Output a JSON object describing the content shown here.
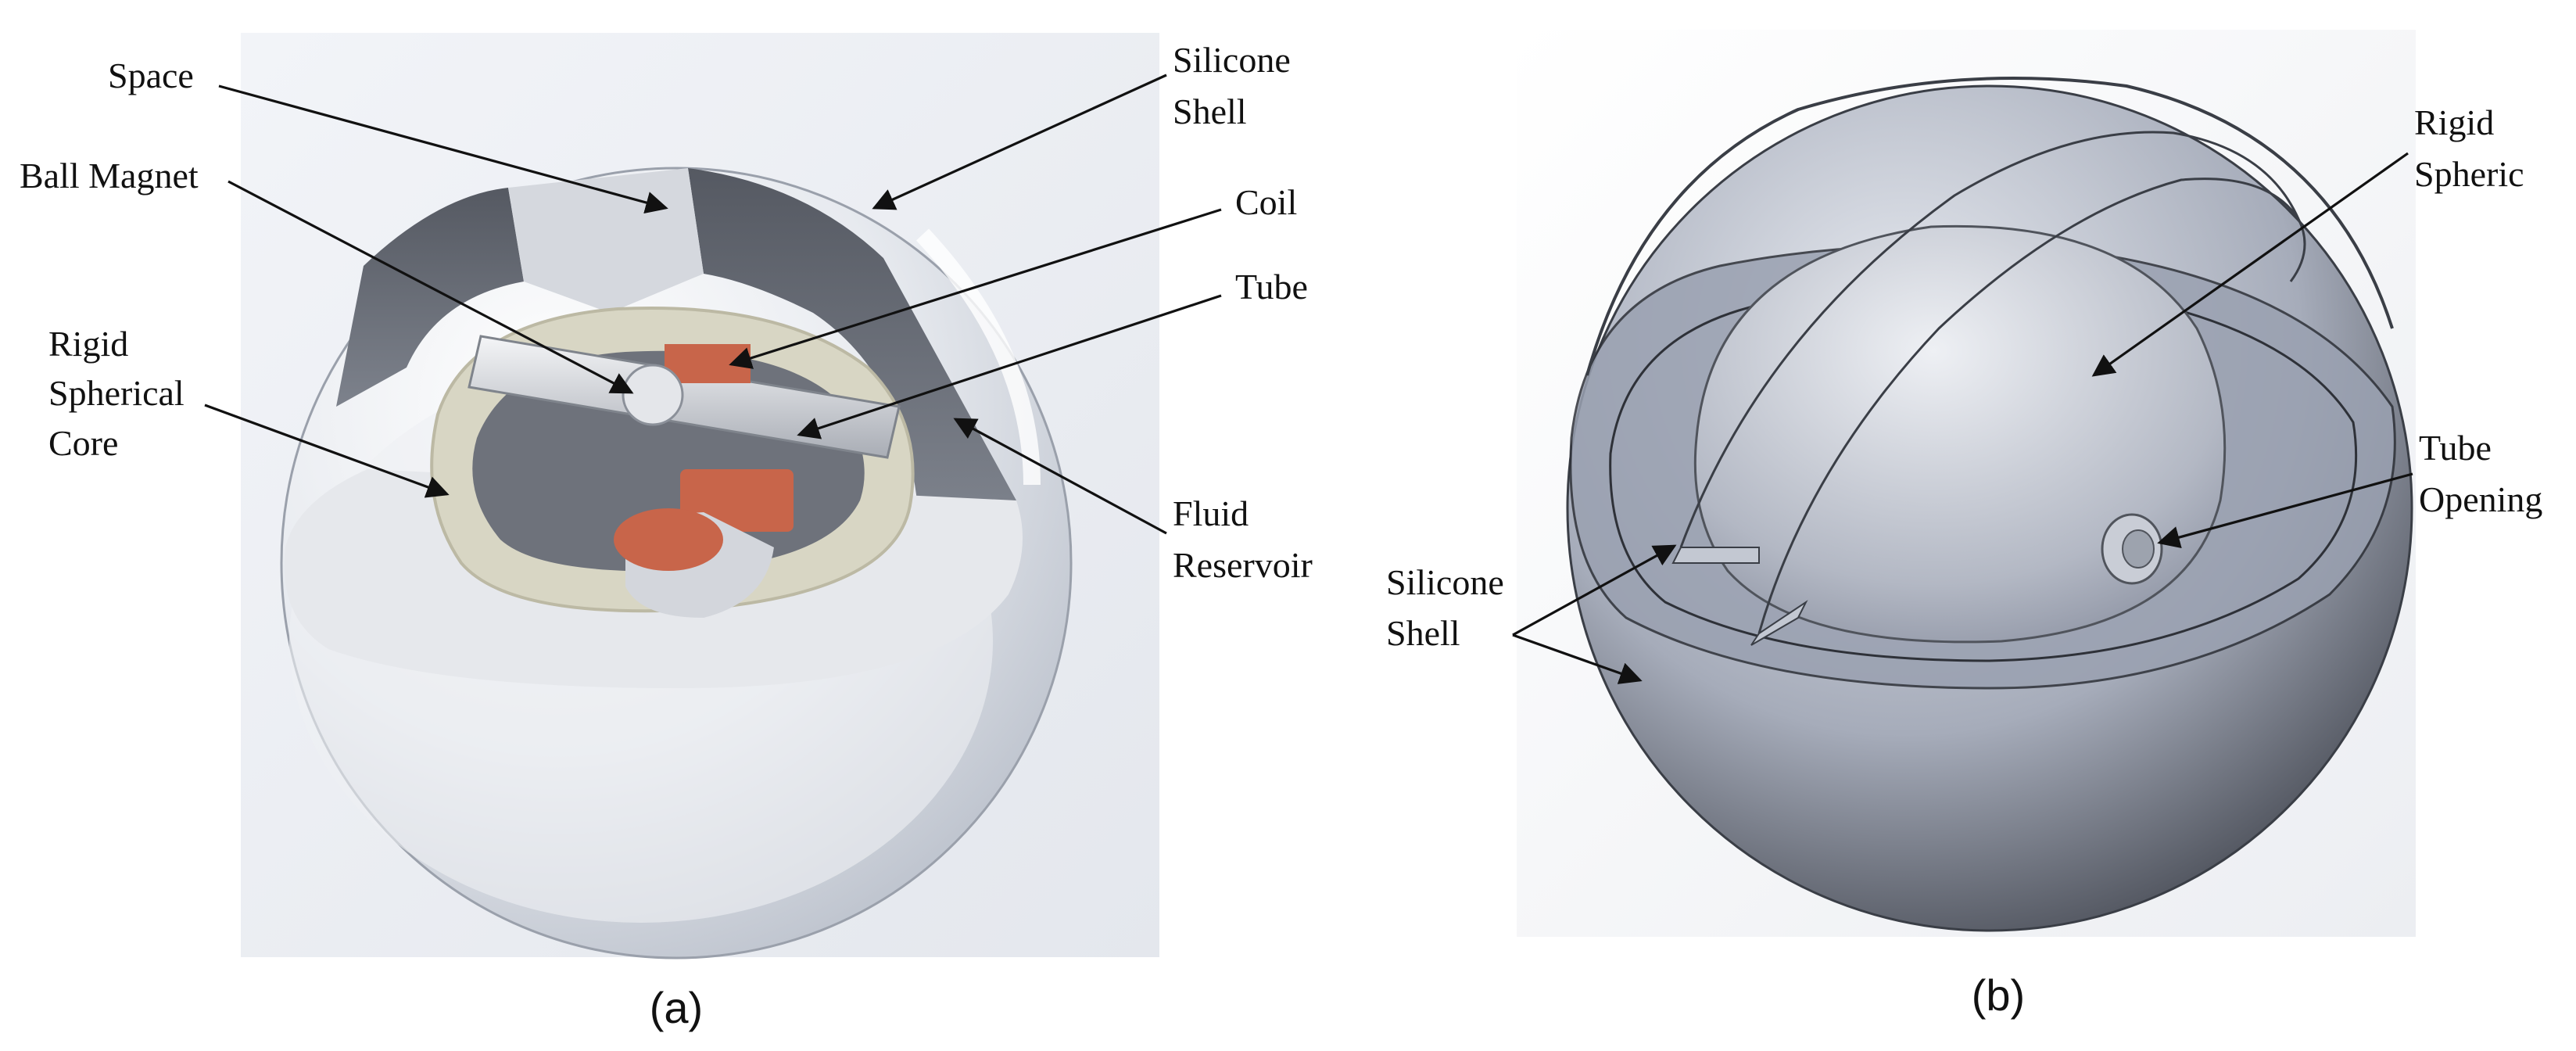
{
  "panel_a": {
    "caption": "(a)",
    "labels": {
      "space": "Space",
      "silicone_shell": [
        "Silicone",
        "Shell"
      ],
      "ball_magnet": "Ball Magnet",
      "coil": "Coil",
      "tube": "Tube",
      "rigid_spherical_core": [
        "Rigid",
        "Spherical",
        "Core"
      ],
      "fluid_reservoir": [
        "Fluid",
        "Reservoir"
      ]
    }
  },
  "panel_b": {
    "caption": "(b)",
    "labels": {
      "rigid_spheric": [
        "Rigid",
        "Spheric"
      ],
      "tube_opening": [
        "Tube",
        "Opening"
      ],
      "silicone_shell": [
        "Silicone",
        "Shell"
      ]
    }
  },
  "colors": {
    "coil": "#c8654a",
    "shell": "#d9dde4",
    "core_ring": "#d8d6c4",
    "panel_b_sphere": "#8f96a5"
  }
}
